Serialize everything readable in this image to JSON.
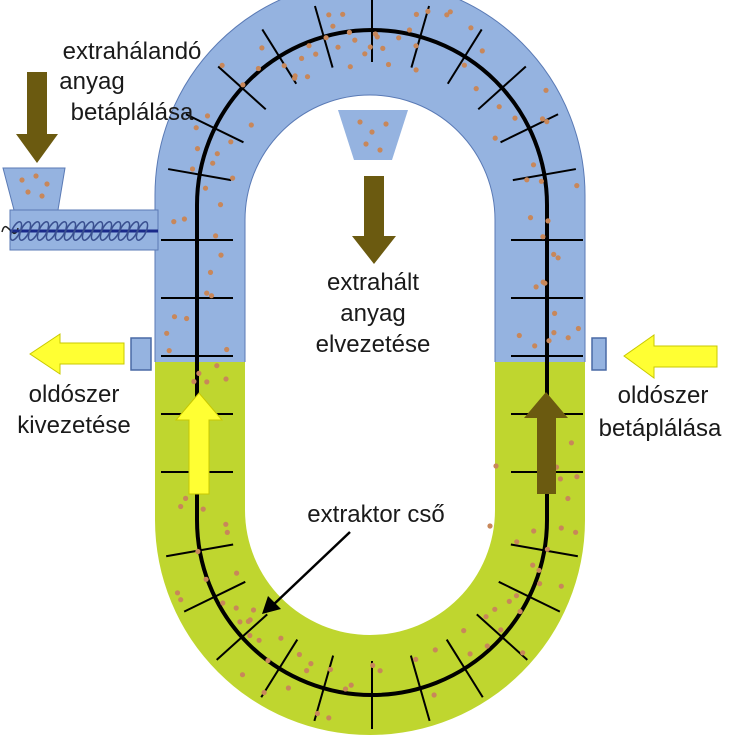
{
  "labels": {
    "feed_line1": "extrahálandó",
    "feed_line2": "anyag",
    "feed_line3": "betáplálása",
    "out_line1": "extrahált",
    "out_line2": "anyag",
    "out_line3": "elvezetése",
    "solv_out_line1": "oldószer",
    "solv_out_line2": "kivezetése",
    "solv_in_line1": "oldószer",
    "solv_in_line2": "betáplálása",
    "tube": "extraktor cső"
  },
  "colors": {
    "upper_zone": "#95b3e0",
    "lower_zone": "#bfd62f",
    "material_arrow": "#6b5a10",
    "solvent_arrow": "#ffff33",
    "chain": "#000000",
    "particle": "#c8875a"
  },
  "icons": [
    "down-arrow-icon",
    "left-arrow-icon",
    "up-arrow-icon",
    "screw-feeder-icon",
    "hopper-icon"
  ]
}
